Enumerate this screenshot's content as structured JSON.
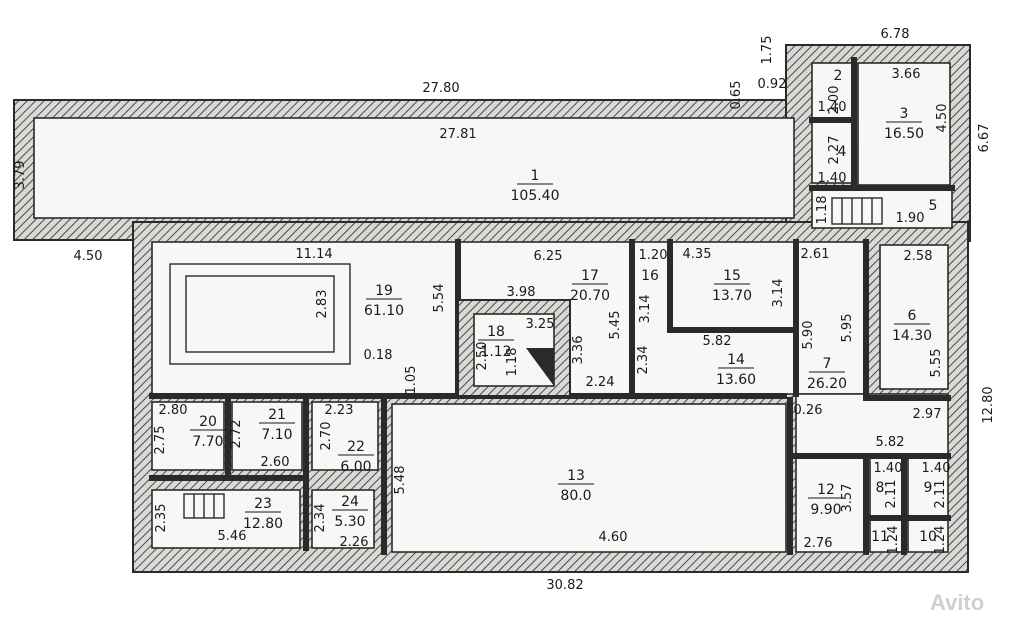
{
  "watermark": "Avito",
  "rooms": [
    {
      "id": "1",
      "area": "105.40"
    },
    {
      "id": "2",
      "area": ""
    },
    {
      "id": "3",
      "area": "16.50"
    },
    {
      "id": "4",
      "area": ""
    },
    {
      "id": "5",
      "area": ""
    },
    {
      "id": "6",
      "area": "14.30"
    },
    {
      "id": "7",
      "area": "26.20"
    },
    {
      "id": "8",
      "area": ""
    },
    {
      "id": "9",
      "area": ""
    },
    {
      "id": "10",
      "area": ""
    },
    {
      "id": "11",
      "area": ""
    },
    {
      "id": "12",
      "area": "9.90"
    },
    {
      "id": "13",
      "area": "80.0"
    },
    {
      "id": "14",
      "area": "13.60"
    },
    {
      "id": "15",
      "area": "13.70"
    },
    {
      "id": "16",
      "area": ""
    },
    {
      "id": "17",
      "area": "20.70"
    },
    {
      "id": "18",
      "area": "1.12"
    },
    {
      "id": "19",
      "area": "61.10"
    },
    {
      "id": "20",
      "area": "7.70"
    },
    {
      "id": "21",
      "area": "7.10"
    },
    {
      "id": "22",
      "area": "6.00"
    },
    {
      "id": "23",
      "area": "12.80"
    },
    {
      "id": "24",
      "area": "5.30"
    }
  ],
  "dimensions": [
    "27.80",
    "27.81",
    "3.79",
    "4.50",
    "0.65",
    "0.92",
    "1.75",
    "6.78",
    "3.66",
    "2.00",
    "1.40",
    "2.27",
    "1.40",
    "4.50",
    "6.67",
    "1.18",
    "1.90",
    "11.14",
    "6.25",
    "1.20",
    "4.35",
    "2.61",
    "2.58",
    "2.83",
    "5.54",
    "3.98",
    "3.25",
    "3.14",
    "3.14",
    "5.45",
    "5.82",
    "3.36",
    "2.34",
    "5.90",
    "5.95",
    "5.55",
    "0.18",
    "1.05",
    "2.50",
    "1.18",
    "2.24",
    "0.26",
    "2.97",
    "12.80",
    "2.80",
    "2.72",
    "2.23",
    "2.75",
    "2.70",
    "5.82",
    "1.40",
    "1.40",
    "2.60",
    "3.57",
    "2.11",
    "2.11",
    "2.35",
    "2.34",
    "5.48",
    "5.46",
    "2.26",
    "4.60",
    "2.76",
    "1.24",
    "1.24",
    "30.82"
  ]
}
